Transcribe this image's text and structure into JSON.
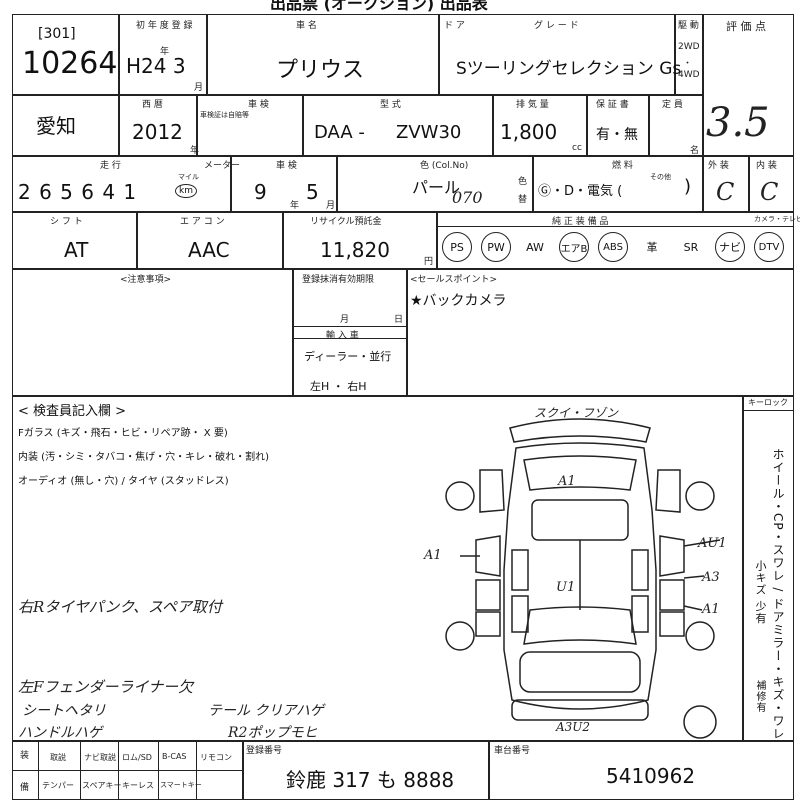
{
  "header": {
    "top_title": "出品票 (オークション) 出品表"
  },
  "row1": {
    "lot_bracket": "[301]",
    "lot_number": "10264",
    "first_reg_label": "初 年 度 登 録",
    "first_reg_value": "H24 3",
    "first_reg_sub_year": "年",
    "first_reg_sub_month": "月",
    "car_name_label": "車 名",
    "car_name_value": "プリウス",
    "door_label": "ド ア",
    "grade_label": "グ レ ー ド",
    "grade_value": "Sツーリングセレクション Gs",
    "drive_label": "駆 動",
    "drive_2wd": "2WD",
    "drive_dot": "・",
    "drive_4wd": "4WD",
    "rating_label": "評 価 点",
    "rating_value": "3.5"
  },
  "row2": {
    "region": "愛知",
    "year_label": "西 暦",
    "year_value": "2012",
    "year_unit": "年",
    "inspection_label": "車 検",
    "inspection_note": "車検証は自賠等",
    "model_label": "型 式",
    "model_prefix": "DAA -",
    "model_value": "ZVW30",
    "displacement_label": "排 気 量",
    "displacement_value": "1,800",
    "displacement_unit": "cc",
    "warranty_label": "保 証 書",
    "warranty_value": "有・無",
    "capacity_label": "定 員",
    "capacity_unit": "名"
  },
  "row3": {
    "mileage_label": "走 行",
    "mileage_value": "2 6 5 6 4 1",
    "mileage_unit_top": "マイル",
    "mileage_unit_km": "km",
    "meter_label": "メーター",
    "history_label": "車 検",
    "history_year": "9",
    "history_year_unit": "年",
    "history_month": "5",
    "history_month_unit": "月",
    "color_label": "色 (Col.No)",
    "color_value": "パール",
    "color_code": "070",
    "color_change_a": "色",
    "color_change_b": "替",
    "fuel_label": "燃 料",
    "fuel_value": "Ⓖ・D・電気 (",
    "fuel_other": "その他",
    "fuel_close": ")",
    "exterior_label": "外 装",
    "exterior_value": "C",
    "interior_label": "内 装",
    "interior_value": "C"
  },
  "row4": {
    "shift_label": "シ フ ト",
    "shift_value": "AT",
    "ac_label": "エ ア コ ン",
    "ac_value": "AAC",
    "recycle_label": "リサイクル預託金",
    "recycle_value": "11,820",
    "recycle_unit": "円",
    "equipment_label": "純 正 装 備 品",
    "equipment": [
      {
        "label": "PS",
        "circled": true
      },
      {
        "label": "PW",
        "circled": true
      },
      {
        "label": "AW",
        "circled": false
      },
      {
        "label": "エアB",
        "circled": true
      },
      {
        "label": "ABS",
        "circled": true
      },
      {
        "label": "革",
        "circled": false
      },
      {
        "label": "SR",
        "circled": false
      },
      {
        "label": "ナビ",
        "circled": true
      },
      {
        "label": "DTV",
        "circled": true
      }
    ],
    "camera_label": "カメラ・テレビ"
  },
  "row5": {
    "notes_label": "<注意事項>",
    "reg_deadline_label": "登録抹消有効期限",
    "reg_month": "月",
    "reg_day": "日",
    "import_label": "輸 入 車",
    "import_value": "ディーラー・並行",
    "handle_value": "左H ・ 右H",
    "sales_point_label": "<セールスポイント>",
    "sales_point_value": "★バックカメラ"
  },
  "inspection": {
    "title": "< 検査員記入欄 >",
    "line1": "Fガラス (キズ・飛石・ヒビ・リペア跡・ X 要)",
    "line2": "内装 (汚・シミ・タバコ・焦げ・穴・キレ・破れ・割れ)",
    "line3": "オーディオ (無し・穴) / タイヤ (スタッドレス)",
    "hand_note1": "右Rタイヤパンク、スペア取付",
    "hand_note2": "左Fフェンダーライナー欠",
    "hand_note3": "シートヘタリ",
    "hand_note4": "ハンドルハゲ",
    "hand_note5": "テール クリアハゲ",
    "hand_note6": "R2ポップモヒ",
    "keylock_label": "キーロック",
    "side_note1": "ホイール・CP・スワレ / ドアミラー・キズ・ワレ",
    "side_note2": "小キズ 少有",
    "side_note3": "補修有"
  },
  "diagram": {
    "top_label": "スクイ・フゾン",
    "roof_mark": "A1",
    "left_mark": "A1",
    "center_mark": "U1",
    "right_mark1": "AU1",
    "right_mark2": "A3",
    "right_mark3": "A1",
    "bottom_mark": "A3U2"
  },
  "footer": {
    "col1_top": "取説",
    "col1_bot": "テンパー",
    "col2_top": "ナビ取説",
    "col2_bot": "スペアキー",
    "col3_top": "ロム/SD",
    "col3_bot": "キーレス",
    "col4_top": "B-CAS",
    "col4_bot": "スマートキー",
    "col5_top": "リモコン",
    "left_a": "装",
    "left_b": "備",
    "plate_label": "登録番号",
    "plate_value": "鈴鹿 317 も 8888",
    "chassis_label": "車台番号",
    "chassis_value": "5410962"
  }
}
